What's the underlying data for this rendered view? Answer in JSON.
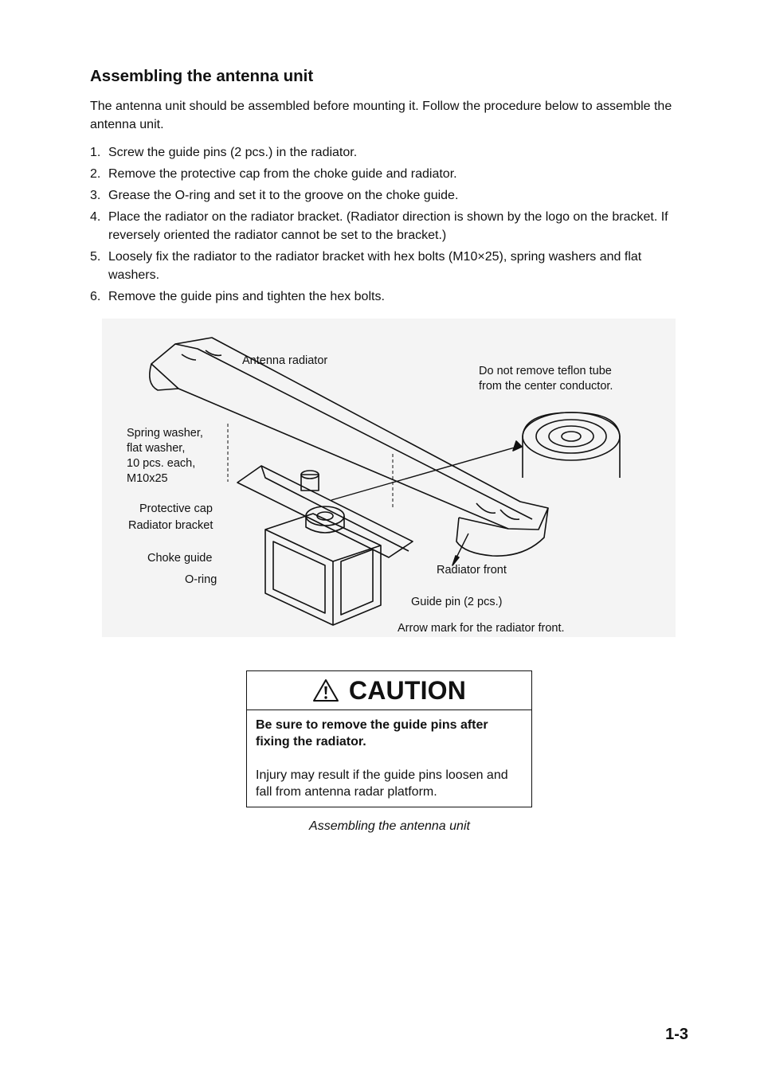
{
  "heading": "Assembling the antenna unit",
  "intro": "The antenna unit should be assembled before mounting it. Follow the procedure below to assemble the antenna unit.",
  "steps": [
    {
      "num": "1.",
      "text": "Screw the guide pins (2 pcs.) in the radiator."
    },
    {
      "num": "2.",
      "text": "Remove the protective cap from the choke guide and radiator."
    },
    {
      "num": "3.",
      "text": "Grease the O-ring and set it to the groove on the choke guide."
    },
    {
      "num": "4.",
      "text": "Place the radiator on the radiator bracket. (Radiator direction is shown by the logo on the bracket. If reversely oriented the radiator cannot be set to the bracket.)"
    },
    {
      "num": "5.",
      "text": "Loosely fix the radiator to the radiator bracket with hex bolts (M10×25), spring washers and flat washers."
    },
    {
      "num": "6.",
      "text": "Remove the guide pins and tighten the hex bolts."
    }
  ],
  "figure": {
    "labels": {
      "antenna_radiator": "Antenna radiator",
      "teflon_1": "Do not remove teflon tube",
      "teflon_2": "from the center conductor.",
      "spring_1": "Spring washer,",
      "spring_2": "flat washer,",
      "spring_3": "10 pcs. each,",
      "spring_4": "M10x25",
      "protective_cap": "Protective cap",
      "radiator_bracket": "Radiator bracket",
      "choke_guide": "Choke guide",
      "o_ring": "O-ring",
      "radiator_front": "Radiator front",
      "guide_pin": "Guide pin (2 pcs.)",
      "arrow_mark": "Arrow mark for the radiator front."
    }
  },
  "caution": {
    "icon": "warning-triangle-icon",
    "title": "CAUTION",
    "bold_text": "Be sure to remove the guide pins after fixing the radiator.",
    "body_text": "Injury may result if the guide pins loosen and fall from antenna radar platform."
  },
  "caption": "Assembling the antenna unit",
  "page_number": "1-3"
}
